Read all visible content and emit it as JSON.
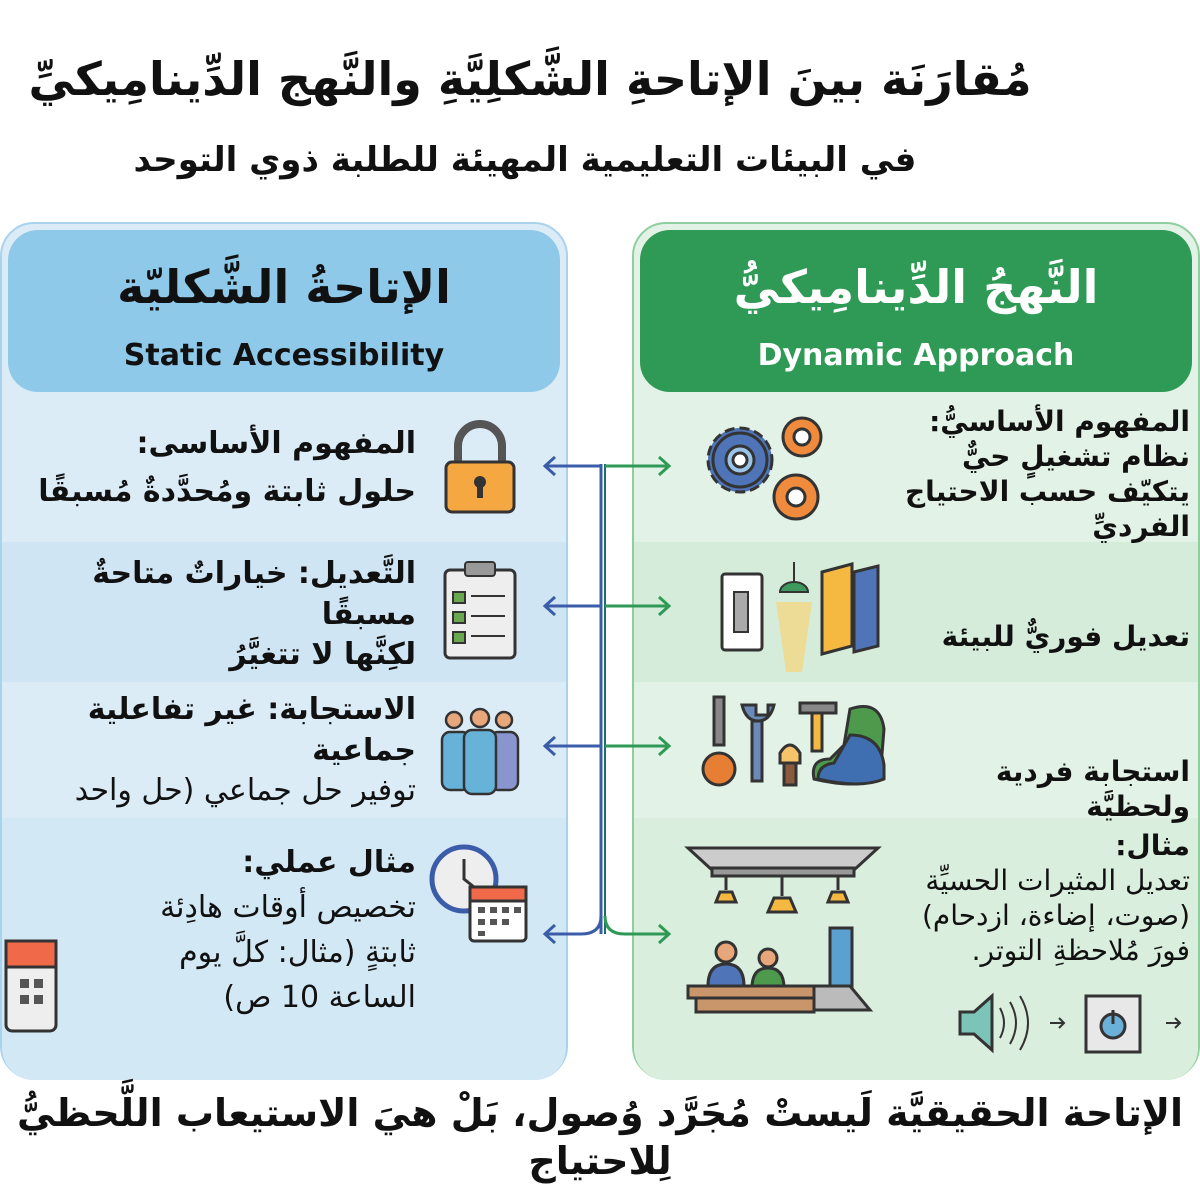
{
  "title": "مُقارَنَة بينَ الإتاحةِ الشَّكلِيَّةِ والنَّهج الدِّينامِيكيِّ",
  "subtitle": "في البيئات التعليمية المهيئة للطلبة ذوي التوحد",
  "left": {
    "title_ar": "الإتاحةُ الشَّكليّة",
    "title_en": "Static Accessibility",
    "rows": [
      {
        "line1": "المفهوم الأساسى:",
        "line2": "حلول ثابتة ومُحدَّدةٌ مُسبقًا"
      },
      {
        "line1": "التَّعديل: خياراتٌ متاحةٌ مسبقًا",
        "line2": "لكِنَّها لا تتغيَّرُ"
      },
      {
        "line1": "الاستجابة:  غير تفاعلية جماعية",
        "line2": "توفير حل جماعي   (حل واحد"
      },
      {
        "line1": "مثال عملي:",
        "line2": "تخصيص أوقات هادِئة",
        "line3": "ثابتةٍ (مثال: كلَّ يوم",
        "line4": "الساعة 10 ص)"
      }
    ]
  },
  "right": {
    "title_ar": "النَّهجُ الدِّينامِيكيُّ",
    "title_en": "Dynamic Approach",
    "rows": [
      {
        "line1": "المفهوم الأساسيُّ: نظام تشغيلٍ حيٌّ",
        "line2": "يتكيّف حسب الاحتياج الفرديِّ"
      },
      {
        "line1": "تعديل فوريٌّ للبيئة"
      },
      {
        "line1": "استجابة فردية ولحظيَّة"
      },
      {
        "line1": "مثال:",
        "line2": "تعديل المثيرات الحسيِّة (صوت،",
        "line3": "إضاءة، ازدحام) فورَ مُلاحظةِ",
        "line4": "التوتر."
      }
    ]
  },
  "footer": "الإتاحة الحقيقيَّة لَيستْ مُجَرَّد وُصول، بَلْ هيَ الاستيعاب اللَّحظيُّ لِلاحتياج",
  "colors": {
    "blue": "#3b5ca8",
    "green": "#2e9a55"
  }
}
